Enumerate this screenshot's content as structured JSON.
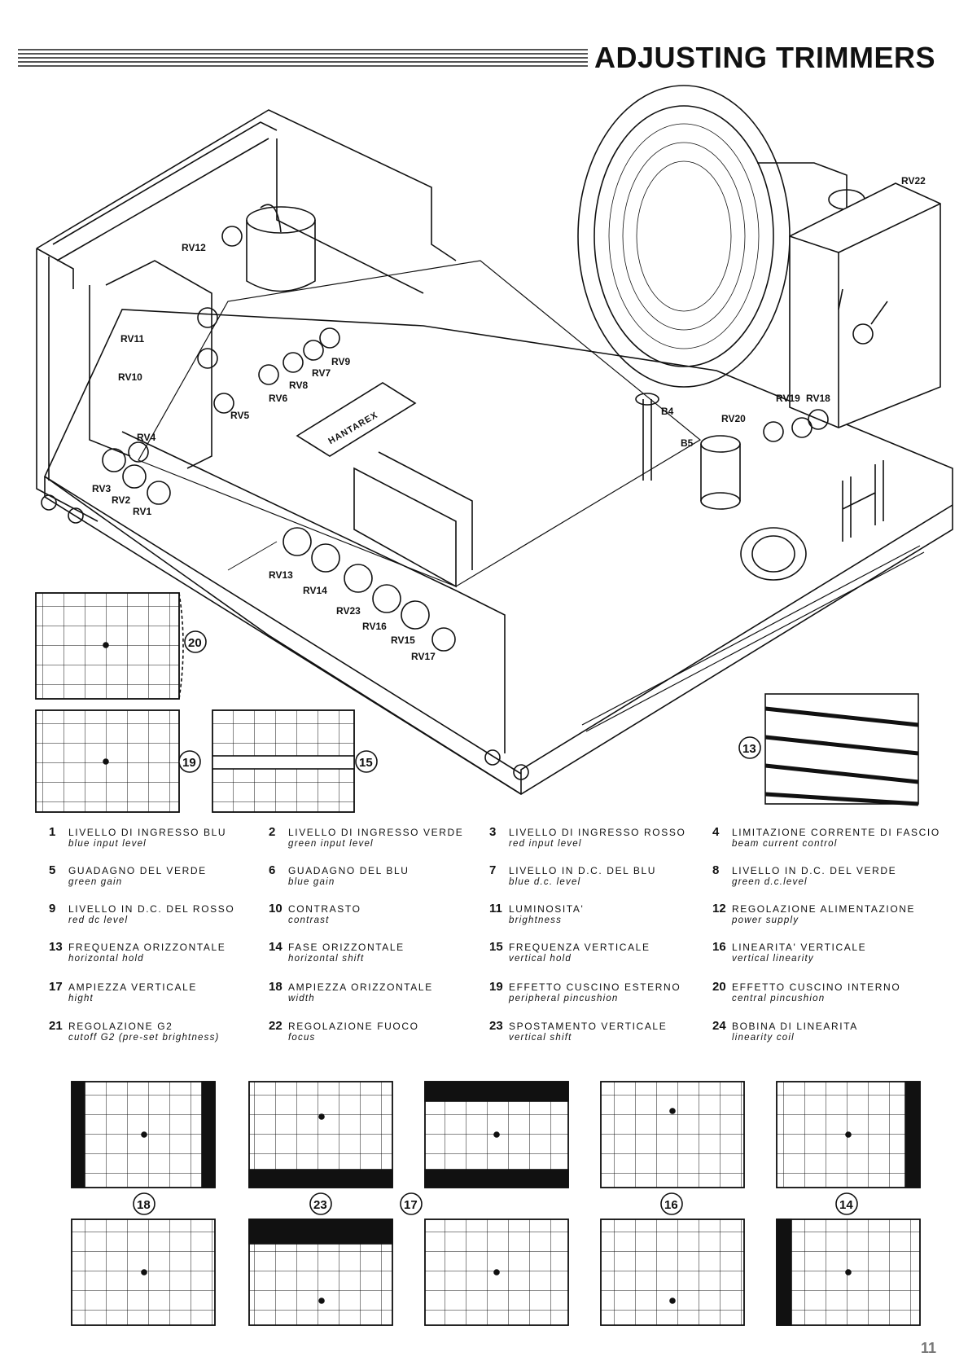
{
  "header": {
    "title": "ADJUSTING TRIMMERS"
  },
  "page_number": "11",
  "chip_label": "HANTAREX",
  "trimmer_labels": [
    {
      "id": "rv1",
      "text": "RV1"
    },
    {
      "id": "rv2",
      "text": "RV2"
    },
    {
      "id": "rv3",
      "text": "RV3"
    },
    {
      "id": "rv4",
      "text": "RV4"
    },
    {
      "id": "rv5",
      "text": "RV5"
    },
    {
      "id": "rv6",
      "text": "RV6"
    },
    {
      "id": "rv7",
      "text": "RV7"
    },
    {
      "id": "rv8",
      "text": "RV8"
    },
    {
      "id": "rv9",
      "text": "RV9"
    },
    {
      "id": "rv10",
      "text": "RV10"
    },
    {
      "id": "rv11",
      "text": "RV11"
    },
    {
      "id": "rv12",
      "text": "RV12"
    },
    {
      "id": "rv13",
      "text": "RV13"
    },
    {
      "id": "rv14",
      "text": "RV14"
    },
    {
      "id": "rv15",
      "text": "RV15"
    },
    {
      "id": "rv16",
      "text": "RV16"
    },
    {
      "id": "rv17",
      "text": "RV17"
    },
    {
      "id": "rv18",
      "text": "RV18"
    },
    {
      "id": "rv19",
      "text": "RV19"
    },
    {
      "id": "rv20",
      "text": "RV20"
    },
    {
      "id": "rv22",
      "text": "RV22"
    },
    {
      "id": "rv23",
      "text": "RV23"
    },
    {
      "id": "b4",
      "text": "B4"
    },
    {
      "id": "b5",
      "text": "B5"
    }
  ],
  "pattern_badges": {
    "b20": "20",
    "b19": "19",
    "b15": "15",
    "b13": "13",
    "b18": "18",
    "b23": "23",
    "b17": "17",
    "b16": "16",
    "b14": "14"
  },
  "legend": [
    {
      "num": "1",
      "it": "LIVELLO DI INGRESSO BLU",
      "en": "blue input level"
    },
    {
      "num": "2",
      "it": "LIVELLO DI INGRESSO VERDE",
      "en": "green input level"
    },
    {
      "num": "3",
      "it": "LIVELLO DI INGRESSO ROSSO",
      "en": "red input level"
    },
    {
      "num": "4",
      "it": "LIMITAZIONE CORRENTE DI FASCIO",
      "en": "beam current control"
    },
    {
      "num": "5",
      "it": "GUADAGNO DEL VERDE",
      "en": "green gain"
    },
    {
      "num": "6",
      "it": "GUADAGNO DEL BLU",
      "en": "blue gain"
    },
    {
      "num": "7",
      "it": "LIVELLO IN D.C. DEL BLU",
      "en": "blue d.c. level"
    },
    {
      "num": "8",
      "it": "LIVELLO IN D.C. DEL VERDE",
      "en": "green d.c.level"
    },
    {
      "num": "9",
      "it": "LIVELLO IN D.C. DEL ROSSO",
      "en": "red dc level"
    },
    {
      "num": "10",
      "it": "CONTRASTO",
      "en": "contrast"
    },
    {
      "num": "11",
      "it": "LUMINOSITA'",
      "en": "brightness"
    },
    {
      "num": "12",
      "it": "REGOLAZIONE ALIMENTAZIONE",
      "en": "power supply"
    },
    {
      "num": "13",
      "it": "FREQUENZA ORIZZONTALE",
      "en": "horizontal hold"
    },
    {
      "num": "14",
      "it": "FASE ORIZZONTALE",
      "en": "horizontal shift"
    },
    {
      "num": "15",
      "it": "FREQUENZA VERTICALE",
      "en": "vertical hold"
    },
    {
      "num": "16",
      "it": "LINEARITA' VERTICALE",
      "en": "vertical linearity"
    },
    {
      "num": "17",
      "it": "AMPIEZZA VERTICALE",
      "en": "hight"
    },
    {
      "num": "18",
      "it": "AMPIEZZA ORIZZONTALE",
      "en": "width"
    },
    {
      "num": "19",
      "it": "EFFETTO CUSCINO ESTERNO",
      "en": "peripheral pincushion"
    },
    {
      "num": "20",
      "it": "EFFETTO CUSCINO INTERNO",
      "en": "central pincushion"
    },
    {
      "num": "21",
      "it": "REGOLAZIONE G2",
      "en": "cutoff G2 (pre-set brightness)"
    },
    {
      "num": "22",
      "it": "REGOLAZIONE FUOCO",
      "en": "focus"
    },
    {
      "num": "23",
      "it": "SPOSTAMENTO VERTICALE",
      "en": "vertical shift"
    },
    {
      "num": "24",
      "it": "BOBINA DI LINEARITA",
      "en": "linearity coil"
    }
  ]
}
